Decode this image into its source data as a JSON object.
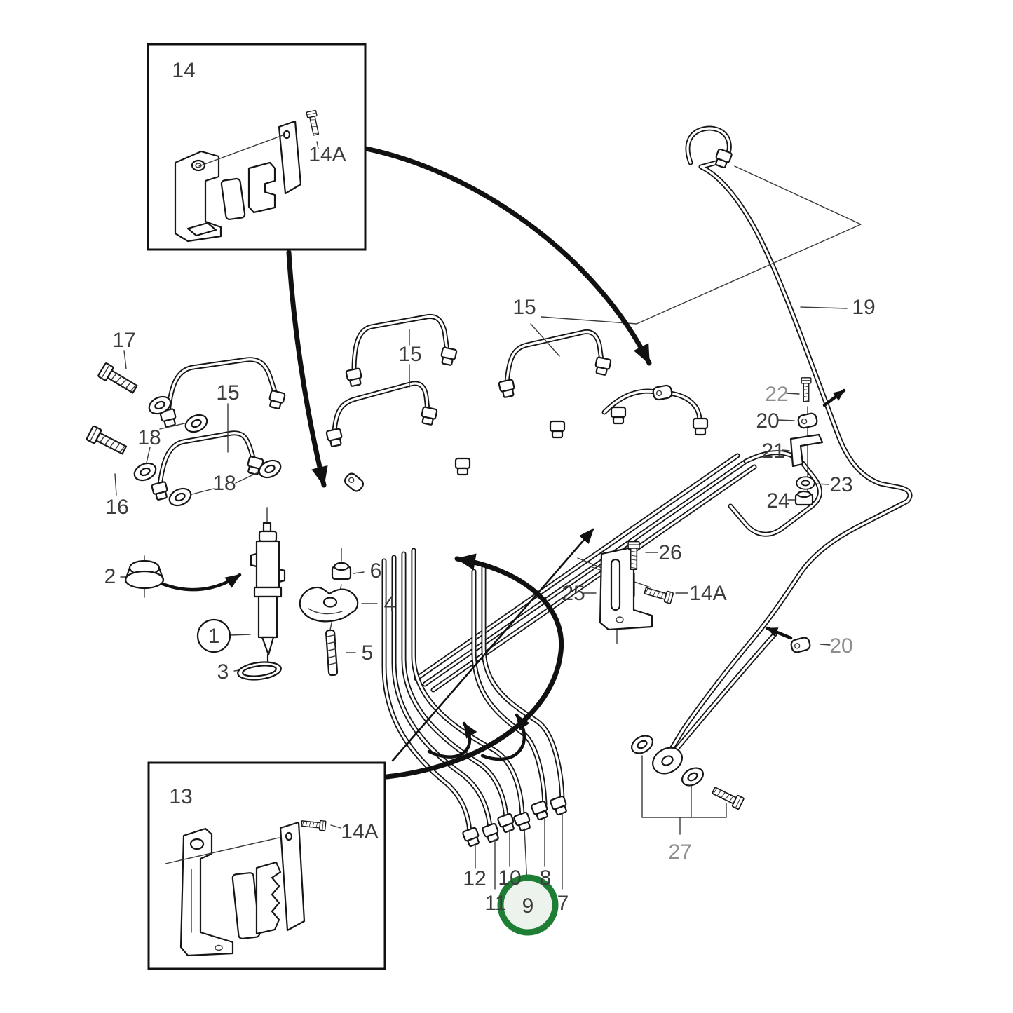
{
  "figure": {
    "type": "exploded-parts-diagram",
    "background": "#ffffff",
    "line_color": "#161616",
    "label_color": "#3c3c3c",
    "muted_label_color": "#8e8e8e",
    "highlight": {
      "selected_part": "9",
      "ring_color": "#1e7e34",
      "fill_color": "#ecf3ec"
    }
  },
  "labels": {
    "n1": "1",
    "n2": "2",
    "n3": "3",
    "n4": "4",
    "n5": "5",
    "n6": "6",
    "n7": "7",
    "n8": "8",
    "n9": "9",
    "n10": "10",
    "n11": "11",
    "n12": "12",
    "n13": "13",
    "n14": "14",
    "n14a": "14A",
    "n15": "15",
    "n16": "16",
    "n17": "17",
    "n18": "18",
    "n19": "19",
    "n20": "20",
    "n21": "21",
    "n22": "22",
    "n23": "23",
    "n24": "24",
    "n25": "25",
    "n26": "26",
    "n27": "27"
  }
}
